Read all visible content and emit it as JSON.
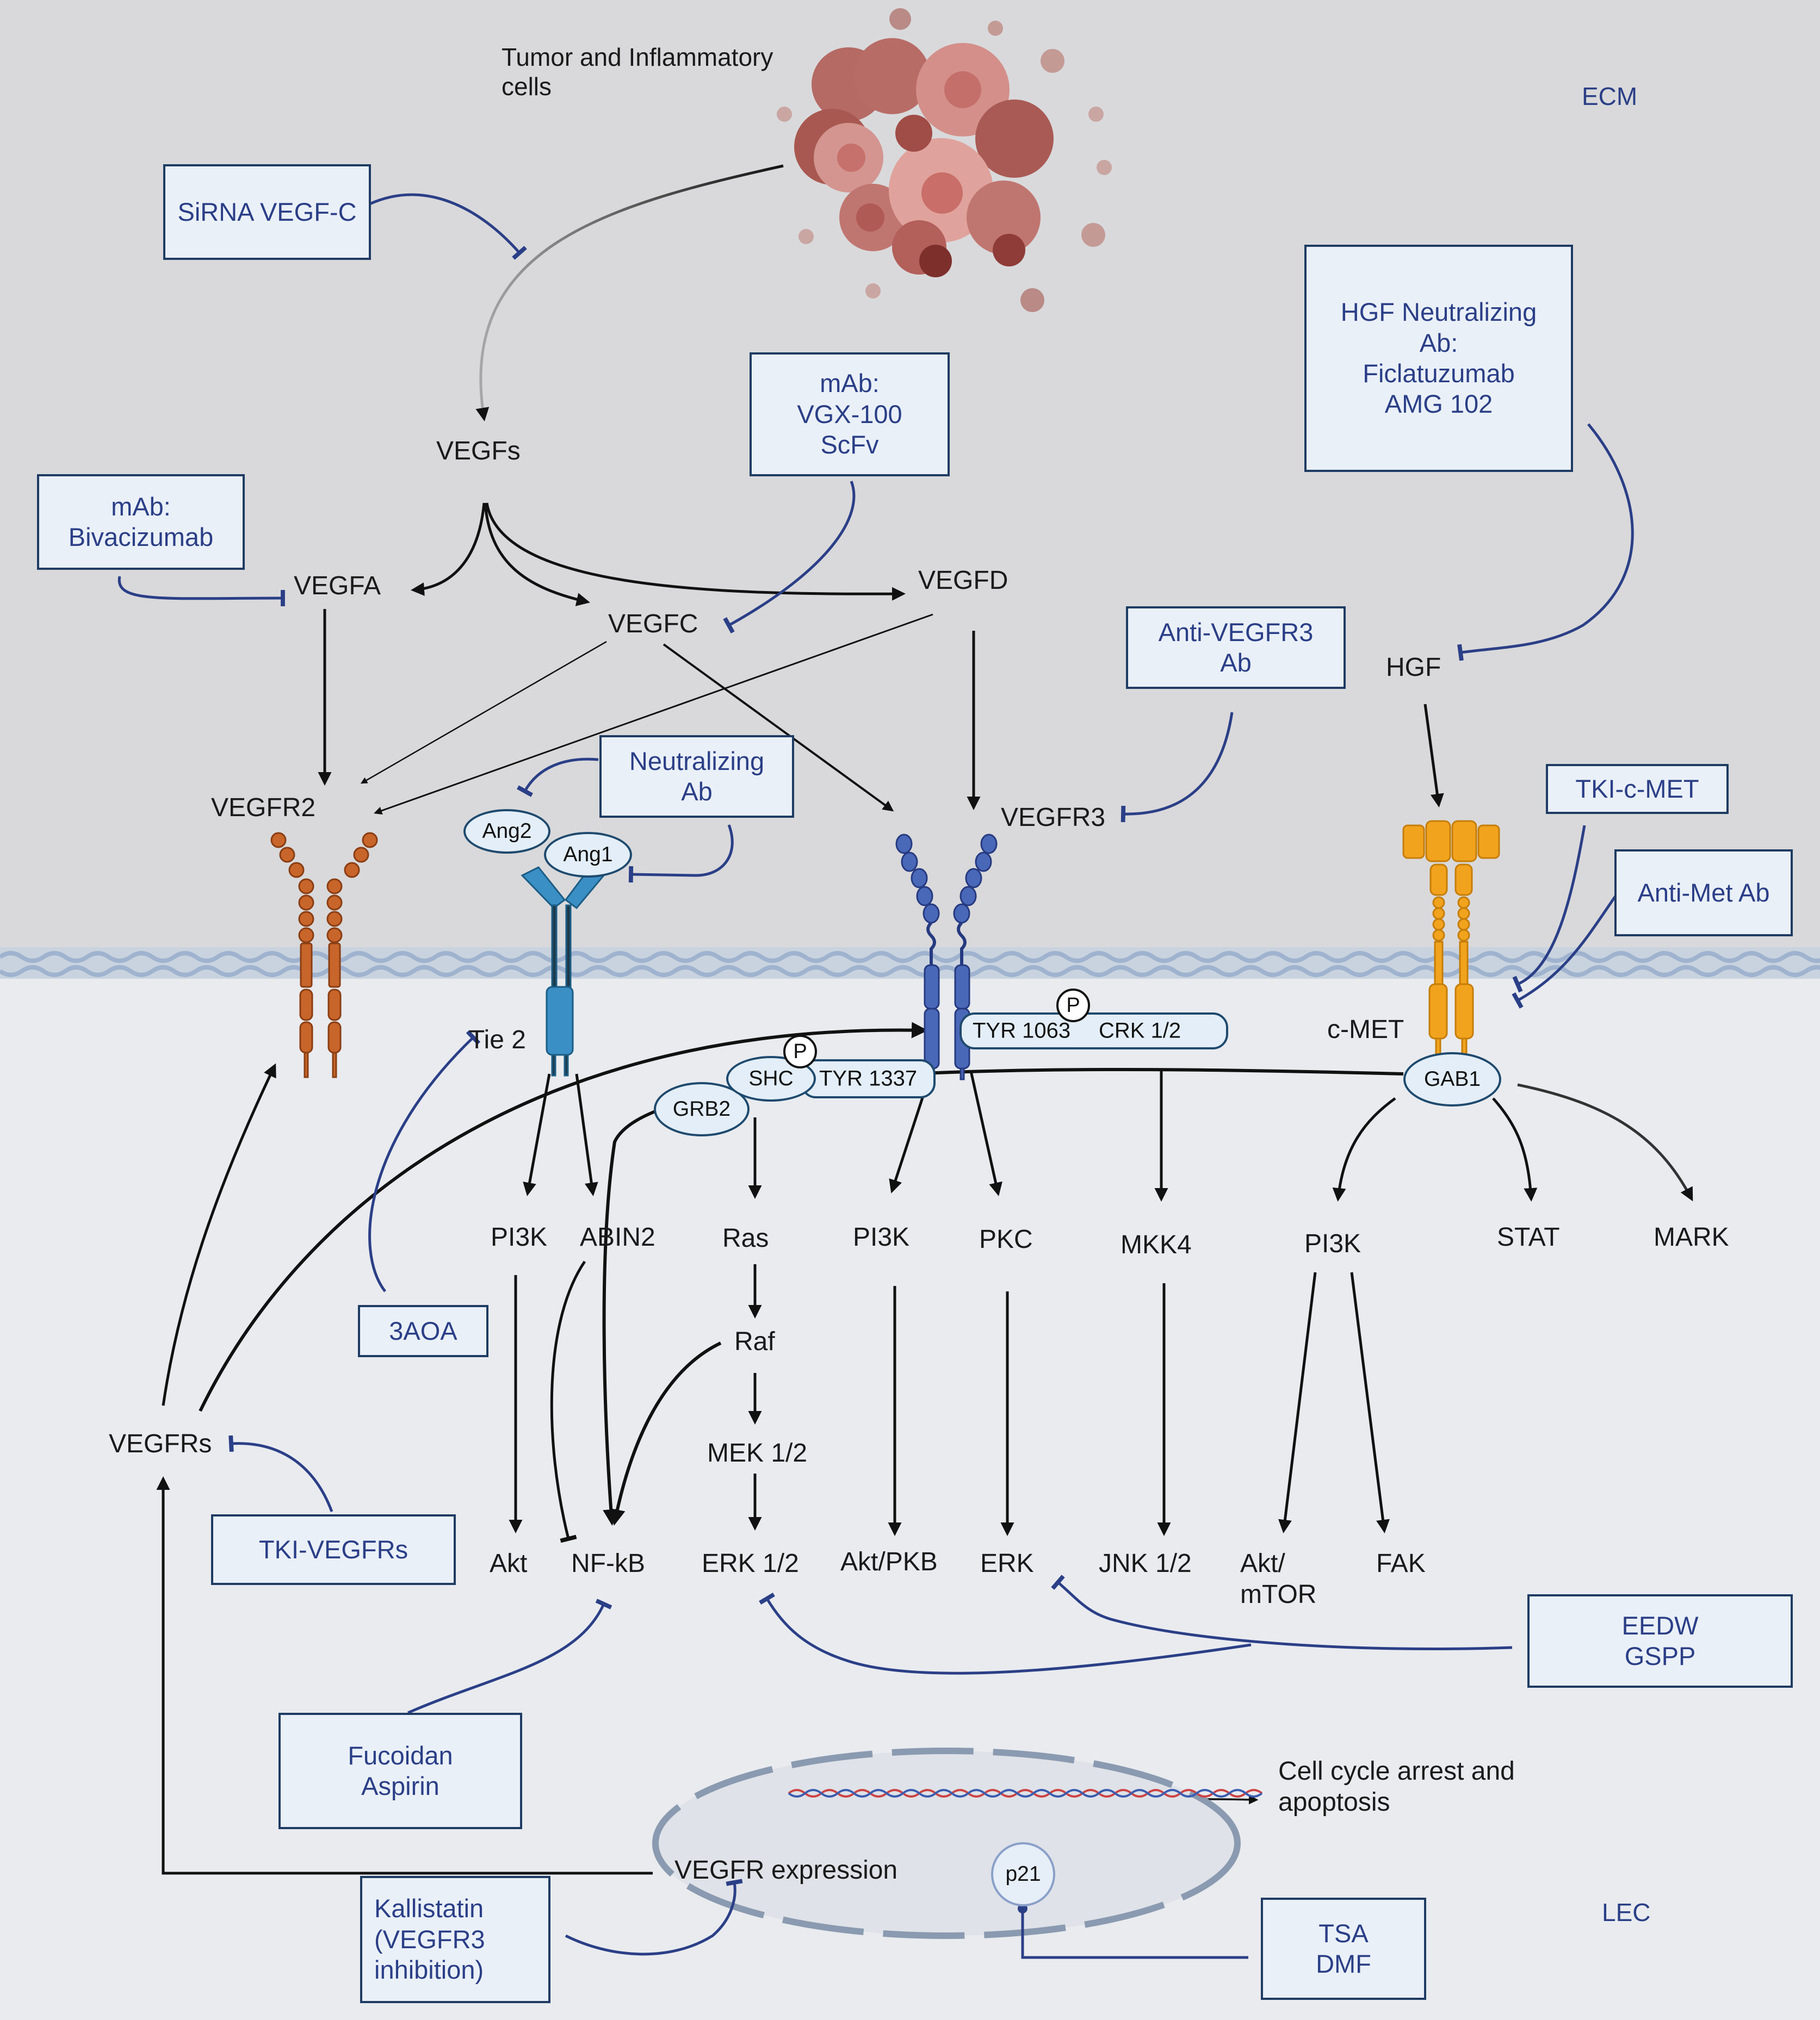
{
  "regions": {
    "extracellular": "ECM",
    "intracellular": "LEC"
  },
  "source": "Tumor and Inflammatory\ncells",
  "ligands": {
    "vegfs": "VEGFs",
    "vegfa": "VEGFA",
    "vegfc": "VEGFC",
    "vegfd": "VEGFD",
    "hgf": "HGF"
  },
  "receptors": {
    "vegfr2": "VEGFR2",
    "vegfr3": "VEGFR3",
    "tie2": "Tie 2",
    "cmet": "c-MET",
    "ang2": "Ang2",
    "ang1": "Ang1",
    "gab1": "GAB1"
  },
  "adaptors": {
    "phospho": "P",
    "tyr1063": "TYR 1063",
    "crk": "CRK 1/2",
    "shc": "SHC",
    "tyr1337": "TYR 1337",
    "grb2": "GRB2"
  },
  "signaling": {
    "pi3k_1": "PI3K",
    "abin2": "ABIN2",
    "ras": "Ras",
    "raf": "Raf",
    "mek": "MEK 1/2",
    "pi3k_2": "PI3K",
    "pkc": "PKC",
    "mkk4": "MKK4",
    "pi3k_3": "PI3K",
    "stat": "STAT",
    "mark": "MARK",
    "akt": "Akt",
    "nfkb": "NF-kB",
    "erk12": "ERK 1/2",
    "aktpkb": "Akt/PKB",
    "erk": "ERK",
    "jnk": "JNK 1/2",
    "aktmtor": "Akt/\nmTOR",
    "fak": "FAK"
  },
  "vegfrs": "VEGFRs",
  "nucleus": {
    "expression_vegfr": "VEGFR",
    "expression_word": "expression",
    "p21": "p21",
    "outcome": "Cell cycle arrest and\napoptosis"
  },
  "inhibitors": {
    "sirna": "SiRNA VEGF-C",
    "mab_vgx": "mAb:\nVGX-100\nScFv",
    "mab_biva": "mAb:\nBivacizumab",
    "hgf_ab": "HGF Neutralizing\nAb:\nFiclatuzumab\nAMG 102",
    "neutralizing": "Neutralizing\nAb",
    "anti_vegfr3": "Anti-VEGFR3\nAb",
    "tki_cmet": "TKI-c-MET",
    "anti_met": "Anti-Met Ab",
    "aoa": "3AOA",
    "tki_vegfrs": "TKI-VEGFRs",
    "eedw": "EEDW\nGSPP",
    "fucoidan": "Fucoidan\nAspirin",
    "kallistatin": "Kallistatin\n(VEGFR3\ninhibition)",
    "tsa": "TSA\nDMF"
  },
  "colors": {
    "background_ecm": "#d9d9db",
    "background_lec": "#e9ebef",
    "inhibitor_line": "#2b3f87",
    "vegfr2": "#c8652a",
    "vegfr3": "#4a68b8",
    "tie2": "#3a8fc4",
    "cmet": "#f2a31d",
    "tumor": "#c9706c"
  }
}
